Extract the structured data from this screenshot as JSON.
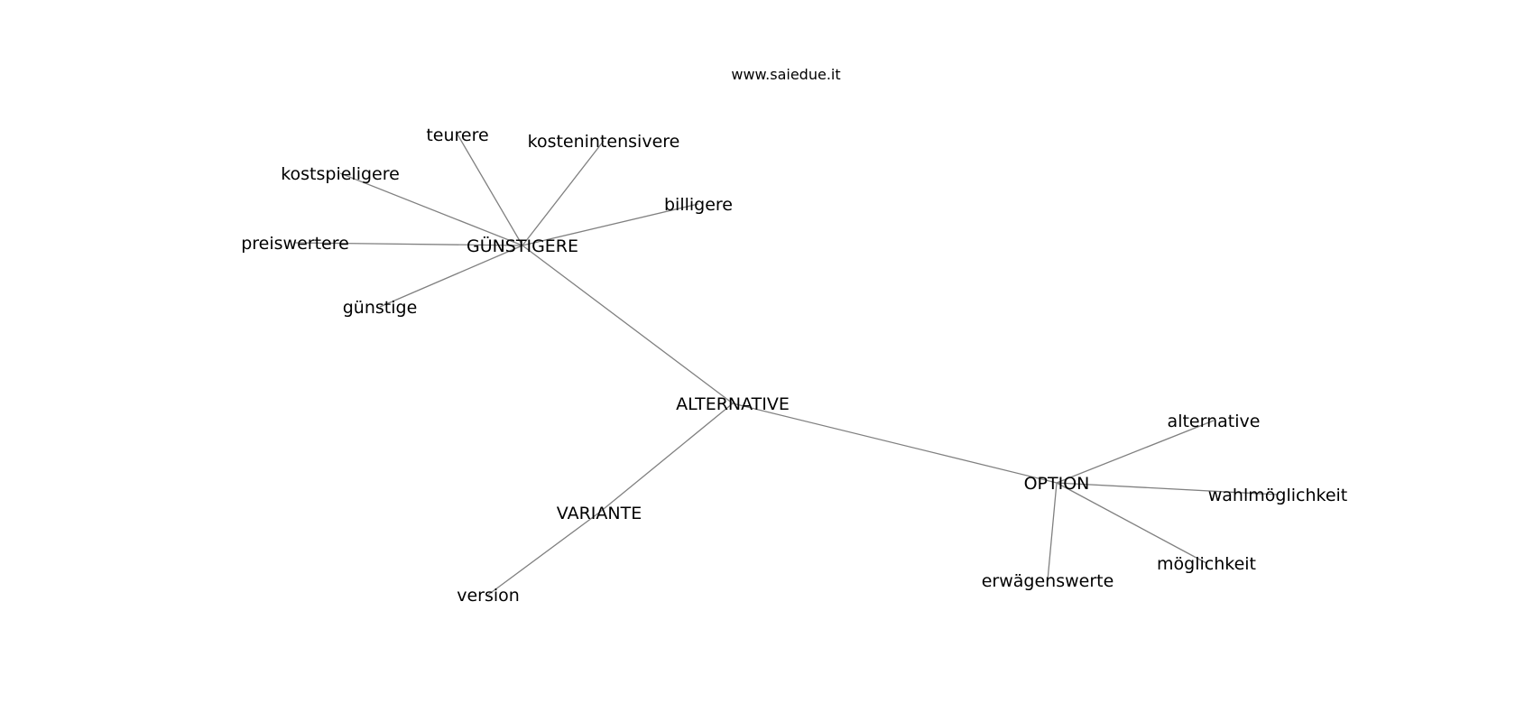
{
  "watermark": "www.saiedue.it",
  "graph": {
    "edge_color": "#808080",
    "text_color": "#000000",
    "nodes": [
      {
        "id": "alternative_hub",
        "label": "ALTERNATIVE"
      },
      {
        "id": "guenstigere",
        "label": "GÜNSTIGERE"
      },
      {
        "id": "option",
        "label": "OPTION"
      },
      {
        "id": "variante",
        "label": "VARIANTE"
      },
      {
        "id": "teurere",
        "label": "teurere"
      },
      {
        "id": "kostenintensivere",
        "label": "kostenintensivere"
      },
      {
        "id": "kostspieligere",
        "label": "kostspieligere"
      },
      {
        "id": "billigere",
        "label": "billigere"
      },
      {
        "id": "preiswertere",
        "label": "preiswertere"
      },
      {
        "id": "guenstige",
        "label": "günstige"
      },
      {
        "id": "alternative_leaf",
        "label": "alternative"
      },
      {
        "id": "wahlmoeglichkeit",
        "label": "wahlmöglichkeit"
      },
      {
        "id": "moeglichkeit",
        "label": "möglichkeit"
      },
      {
        "id": "erwaegenswerte",
        "label": "erwägenswerte"
      },
      {
        "id": "version",
        "label": "version"
      }
    ],
    "edges": [
      [
        "alternative_hub",
        "guenstigere"
      ],
      [
        "alternative_hub",
        "option"
      ],
      [
        "alternative_hub",
        "variante"
      ],
      [
        "guenstigere",
        "teurere"
      ],
      [
        "guenstigere",
        "kostenintensivere"
      ],
      [
        "guenstigere",
        "kostspieligere"
      ],
      [
        "guenstigere",
        "billigere"
      ],
      [
        "guenstigere",
        "preiswertere"
      ],
      [
        "guenstigere",
        "guenstige"
      ],
      [
        "option",
        "alternative_leaf"
      ],
      [
        "option",
        "wahlmoeglichkeit"
      ],
      [
        "option",
        "moeglichkeit"
      ],
      [
        "option",
        "erwaegenswerte"
      ],
      [
        "variante",
        "version"
      ]
    ]
  }
}
